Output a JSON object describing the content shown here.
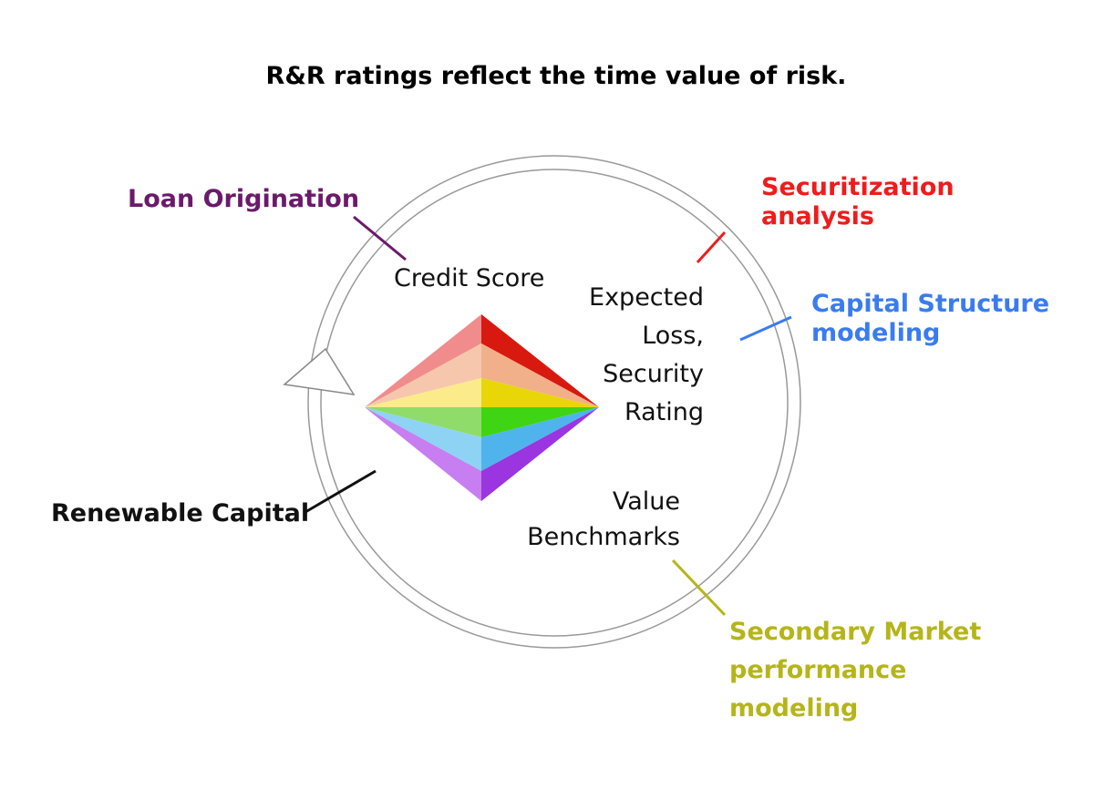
{
  "title": "R&R ratings reflect the time value of risk.",
  "callouts": {
    "loan_origination": "Loan Origination",
    "securitization": [
      "Securitization",
      "analysis"
    ],
    "capital_structure": [
      "Capital Structure",
      "modeling"
    ],
    "renewable_capital": "Renewable Capital",
    "secondary_market": [
      "Secondary Market",
      "performance",
      "modeling"
    ]
  },
  "inner_labels": {
    "credit_score": "Credit Score",
    "expected_loss": [
      "Expected",
      "Loss,",
      "Security",
      "Rating"
    ],
    "value_benchmarks": [
      "Value",
      "Benchmarks"
    ]
  },
  "colors": {
    "loan_origination": "#6b1a6b",
    "securitization": "#ee1c1c",
    "capital_structure": "#3a7cf0",
    "renewable_capital": "#111111",
    "secondary_market": "#b5b51a"
  }
}
